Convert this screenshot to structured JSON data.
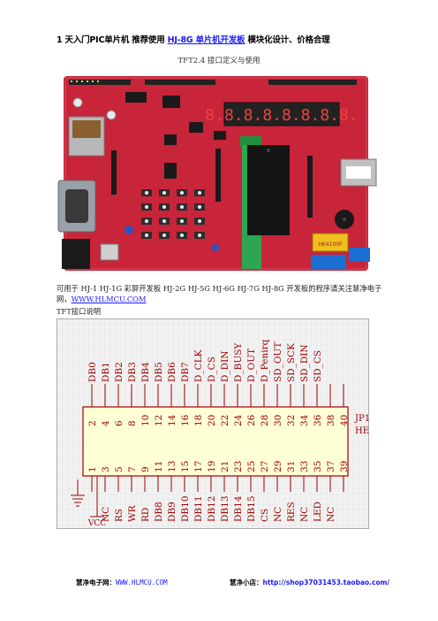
{
  "header": {
    "prefix": "1 天入门PIC单片机  推荐使用 ",
    "board_link": "HJ-8G 单片机开发板",
    "suffix": " 模块化设计、价格合理"
  },
  "subtitle": "TFT2.4  接口定义与使用",
  "photo": {
    "relay_text": "HK4100F",
    "digits": "8.8.8.8.8.8.8.8."
  },
  "description": {
    "text": "可用于 HJ-1 HJ-1G 彩屏开发板  HJ-2G  HJ-5G  HJ-6G  HJ-7G HJ-8G  开发板的程序请关注慧净电子网，",
    "url": "WWW.HLMCU.COM"
  },
  "tft_title": "TFT接口说明",
  "diagram": {
    "top_signals": [
      "DB0",
      "DB1",
      "DB2",
      "DB3",
      "DB4",
      "DB5",
      "DB6",
      "DB7",
      "D_CLK",
      "D_CS",
      "D_DIN",
      "D_BUSY",
      "D_OUT",
      "D_Penirq",
      "SD_OUT",
      "SD_SCK",
      "SD_DIN",
      "SD_CS",
      "",
      ""
    ],
    "even_pins": [
      "2",
      "4",
      "6",
      "8",
      "10",
      "12",
      "14",
      "16",
      "18",
      "20",
      "22",
      "24",
      "26",
      "28",
      "30",
      "32",
      "34",
      "36",
      "38",
      "40"
    ],
    "odd_pins": [
      "1",
      "3",
      "5",
      "7",
      "9",
      "11",
      "13",
      "15",
      "17",
      "19",
      "21",
      "23",
      "25",
      "27",
      "29",
      "31",
      "33",
      "35",
      "37",
      "39"
    ],
    "bottom_signals": [
      "",
      "NC",
      "RS",
      "WR",
      "RD",
      "DB8",
      "DB9",
      "DB10",
      "DB11",
      "DB12",
      "DB13",
      "DB14",
      "DB15",
      "CS",
      "NC",
      "RES",
      "NC",
      "LED",
      "NC",
      ""
    ],
    "vcc_label": "VCC",
    "connector_label_1": "JP1",
    "connector_label_2": "HE"
  },
  "footer": {
    "left_label": "慧净电子网：",
    "left_url": "WWW.HLMCU.COM",
    "right_label": "慧净小店：",
    "right_url": "http://shop37031453.taobao.com/"
  }
}
